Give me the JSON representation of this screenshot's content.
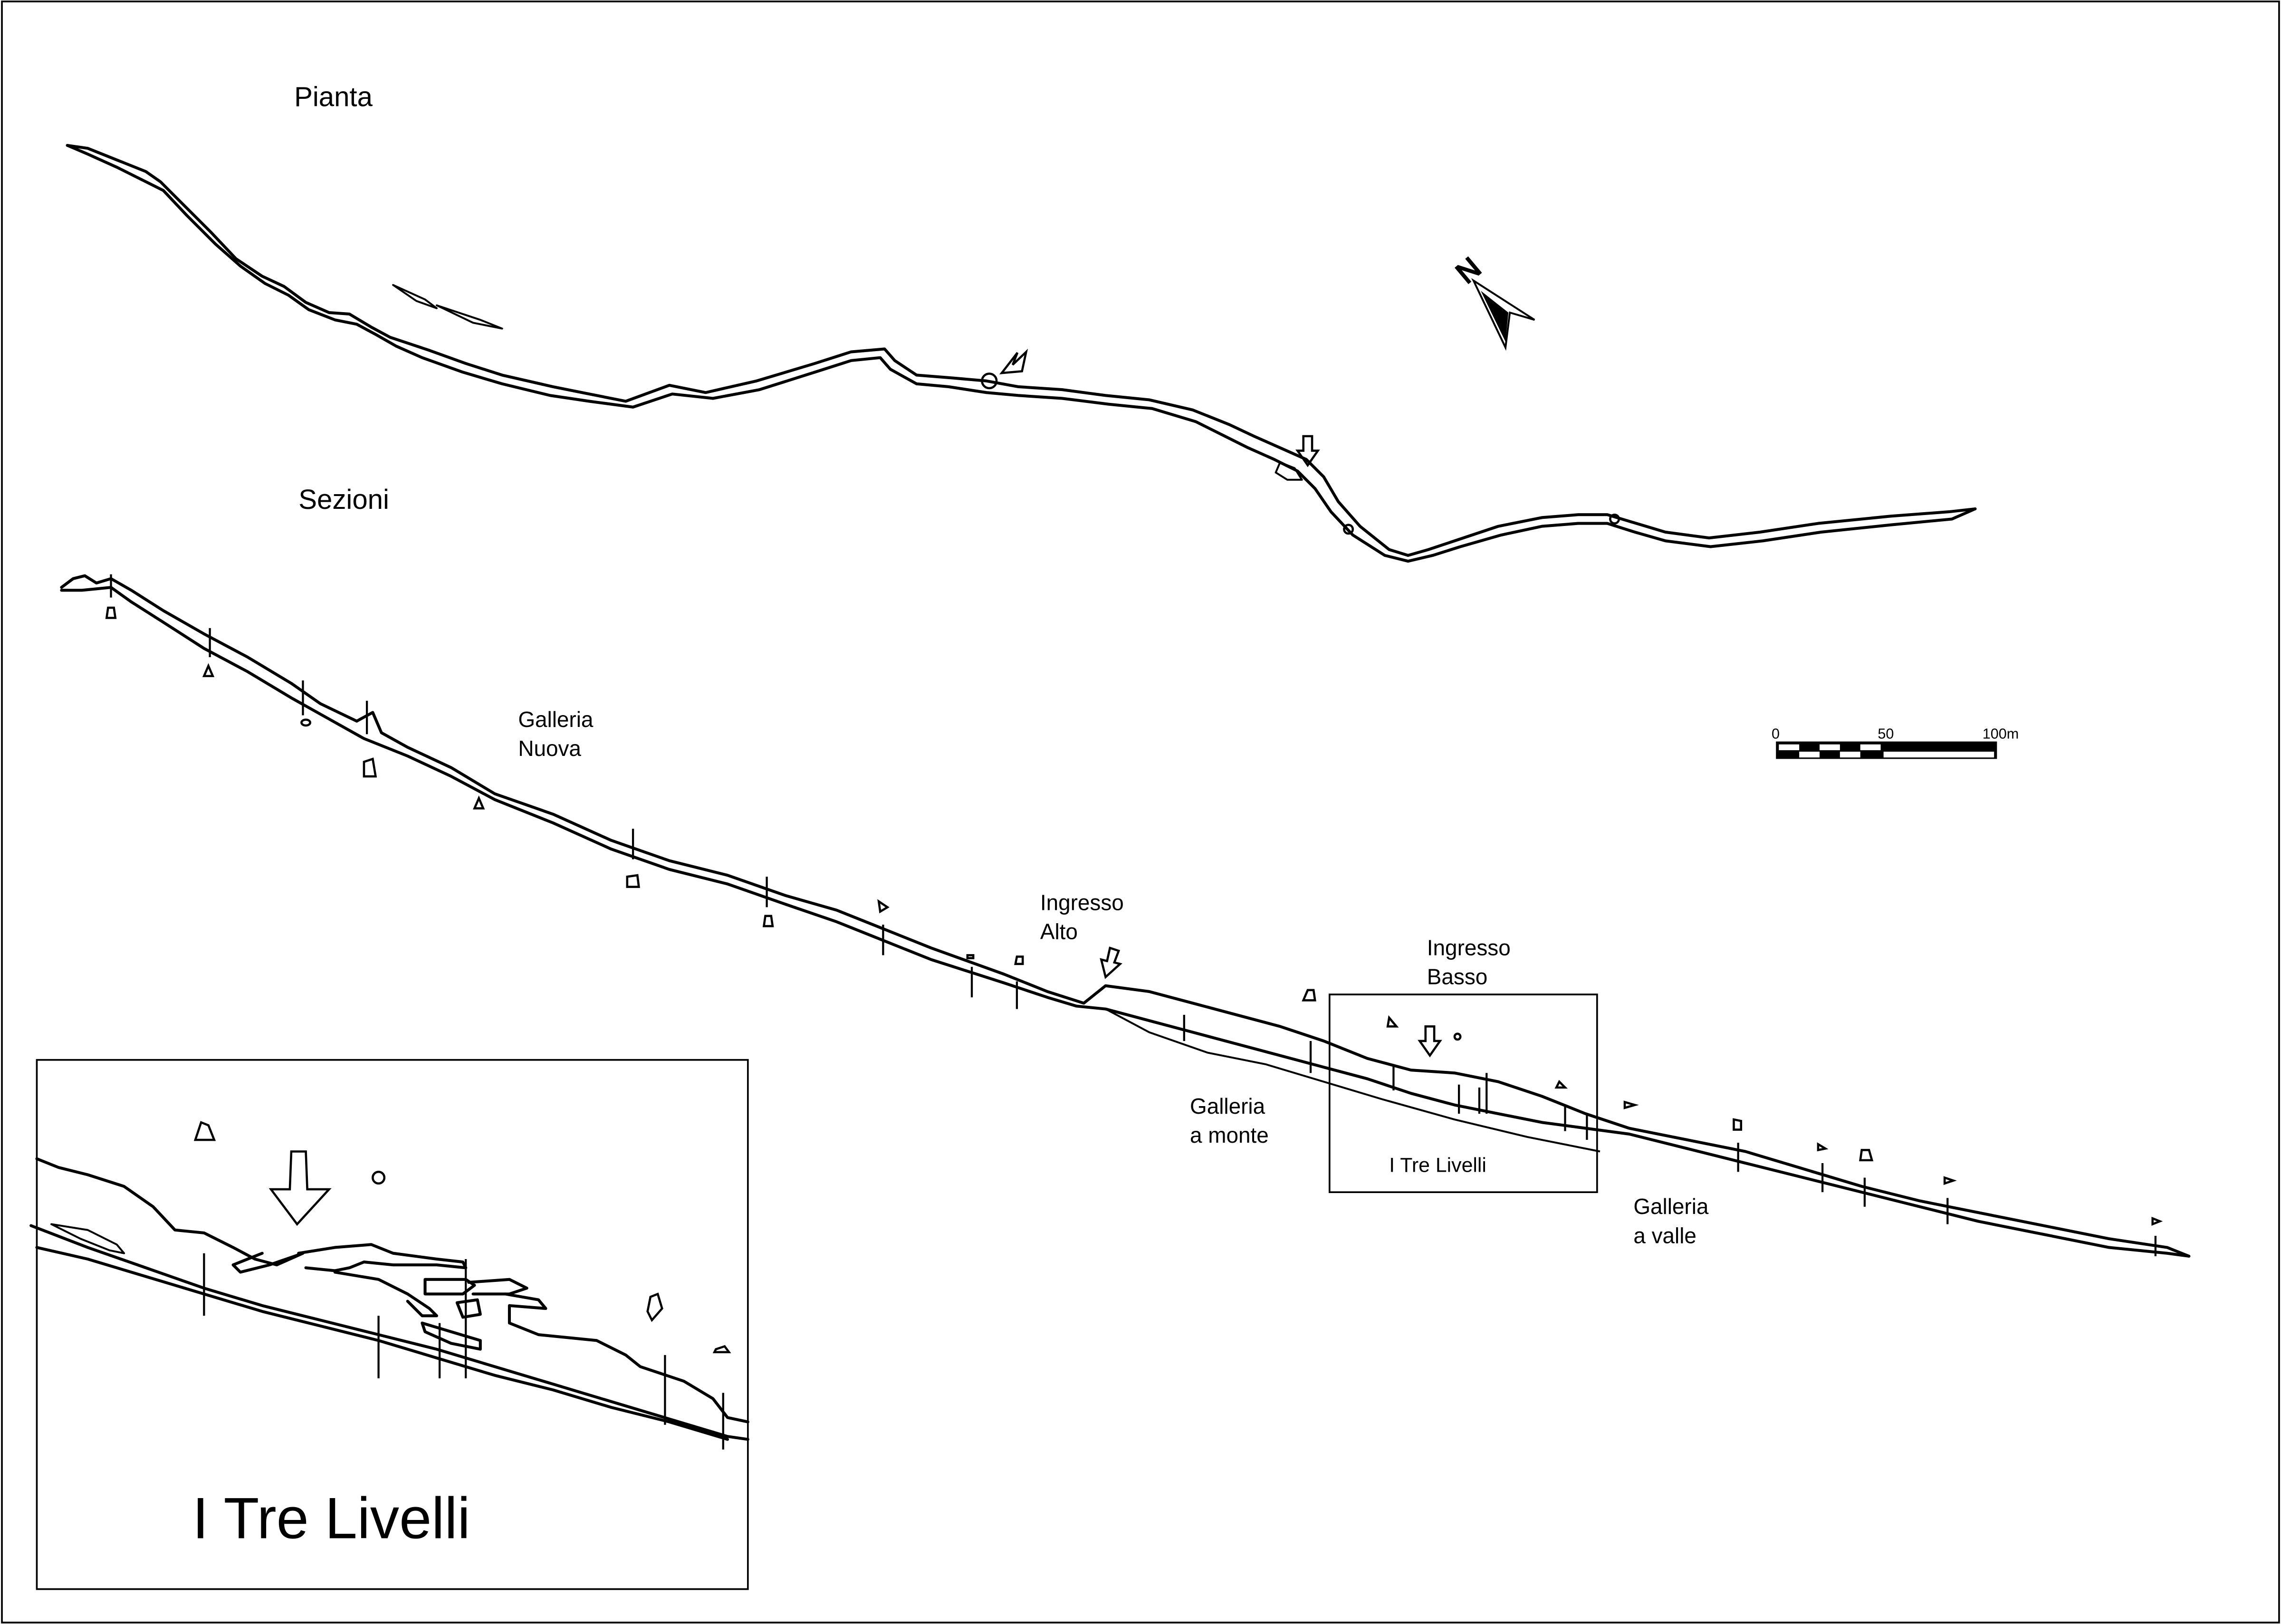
{
  "titles": {
    "plan": "Pianta",
    "sections": "Sezioni"
  },
  "labels": {
    "galleria_nuova": [
      "Galleria",
      "Nuova"
    ],
    "ingresso_alto": [
      "Ingresso",
      "Alto"
    ],
    "ingresso_basso": [
      "Ingresso",
      "Basso"
    ],
    "galleria_monte": [
      "Galleria",
      "a monte"
    ],
    "galleria_valle": [
      "Galleria",
      "a valle"
    ],
    "tre_livelli_box": "I Tre Livelli"
  },
  "inset": {
    "title": "I Tre Livelli"
  },
  "scale_bar": {
    "ticks": [
      "0",
      "50",
      "100m"
    ],
    "max_m": 100
  },
  "north_arrow": {
    "letter": "N",
    "icon": "north-arrow-icon"
  },
  "colors": {
    "ink": "#000000",
    "paper": "#ffffff"
  }
}
